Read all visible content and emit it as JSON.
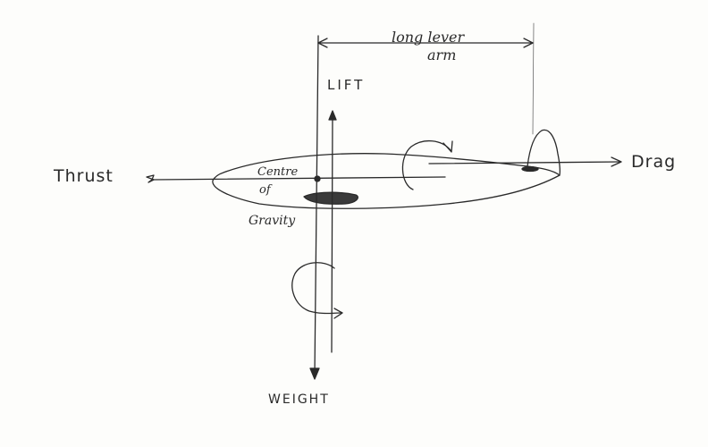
{
  "labels": {
    "thrust": "Thrust",
    "drag": "Drag",
    "lift": "LIFT",
    "weight": "WEIGHT",
    "lever_line1": "long lever",
    "lever_line2": "arm",
    "cg_line1": "Centre",
    "cg_line2": "of",
    "cg_line3": "Gravity"
  },
  "colors": {
    "ink": "#2a2a2a",
    "paper": "#fdfdfb"
  }
}
